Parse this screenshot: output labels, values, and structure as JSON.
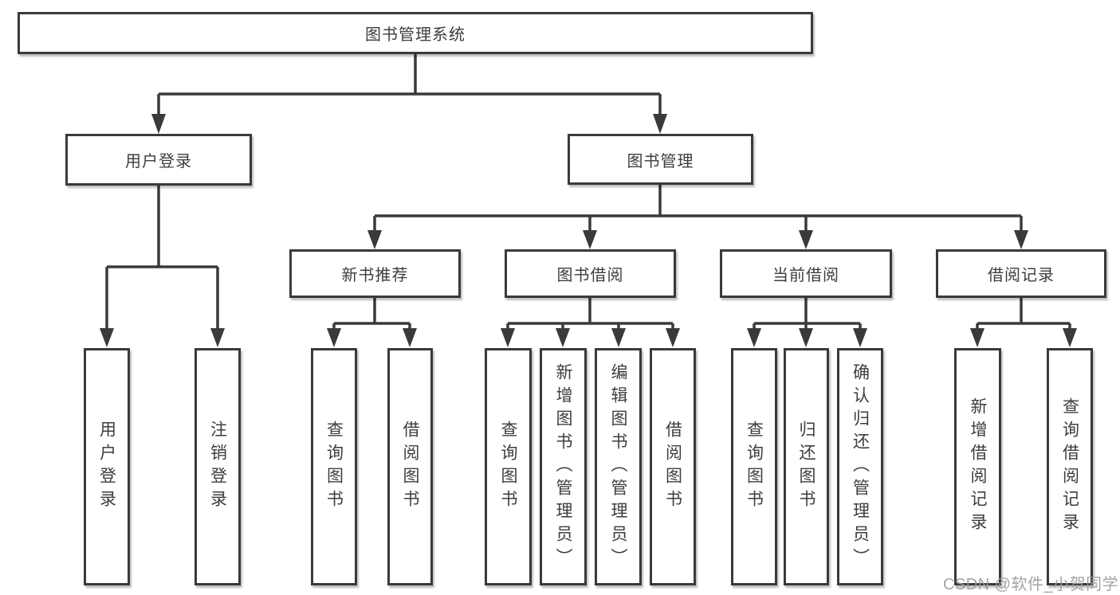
{
  "diagram_type": "hierarchy-tree",
  "root": {
    "label": "图书管理系统"
  },
  "level2": [
    {
      "id": "user-login",
      "label": "用户登录"
    },
    {
      "id": "book-management",
      "label": "图书管理"
    }
  ],
  "level3": [
    {
      "id": "new-book-recommend",
      "label": "新书推荐",
      "parent": "图书管理"
    },
    {
      "id": "book-borrow",
      "label": "图书借阅",
      "parent": "图书管理"
    },
    {
      "id": "current-borrow",
      "label": "当前借阅",
      "parent": "图书管理"
    },
    {
      "id": "borrow-records",
      "label": "借阅记录",
      "parent": "图书管理"
    }
  ],
  "leaves": [
    {
      "label": "用户登录",
      "parent": "用户登录"
    },
    {
      "label": "注销登录",
      "parent": "用户登录"
    },
    {
      "label": "查询图书",
      "parent": "新书推荐"
    },
    {
      "label": "借阅图书",
      "parent": "新书推荐"
    },
    {
      "label": "查询图书",
      "parent": "图书借阅"
    },
    {
      "label": "新增图书（管理员）",
      "parent": "图书借阅"
    },
    {
      "label": "编辑图书（管理员）",
      "parent": "图书借阅"
    },
    {
      "label": "借阅图书",
      "parent": "图书借阅"
    },
    {
      "label": "查询图书",
      "parent": "当前借阅"
    },
    {
      "label": "归还图书",
      "parent": "当前借阅"
    },
    {
      "label": "确认归还（管理员）",
      "parent": "当前借阅"
    },
    {
      "label": "新增借阅记录",
      "parent": "借阅记录"
    },
    {
      "label": "查询借阅记录",
      "parent": "借阅记录"
    }
  ],
  "watermark": {
    "text": "CSDN @软件_小贺同学"
  },
  "colors": {
    "line": "#3a3a3a",
    "box_border": "#3a3a3a",
    "box_fill": "#ffffff",
    "text": "#3d3d3d",
    "watermark_color": "#9c9c9c",
    "background": "#ffffff"
  }
}
